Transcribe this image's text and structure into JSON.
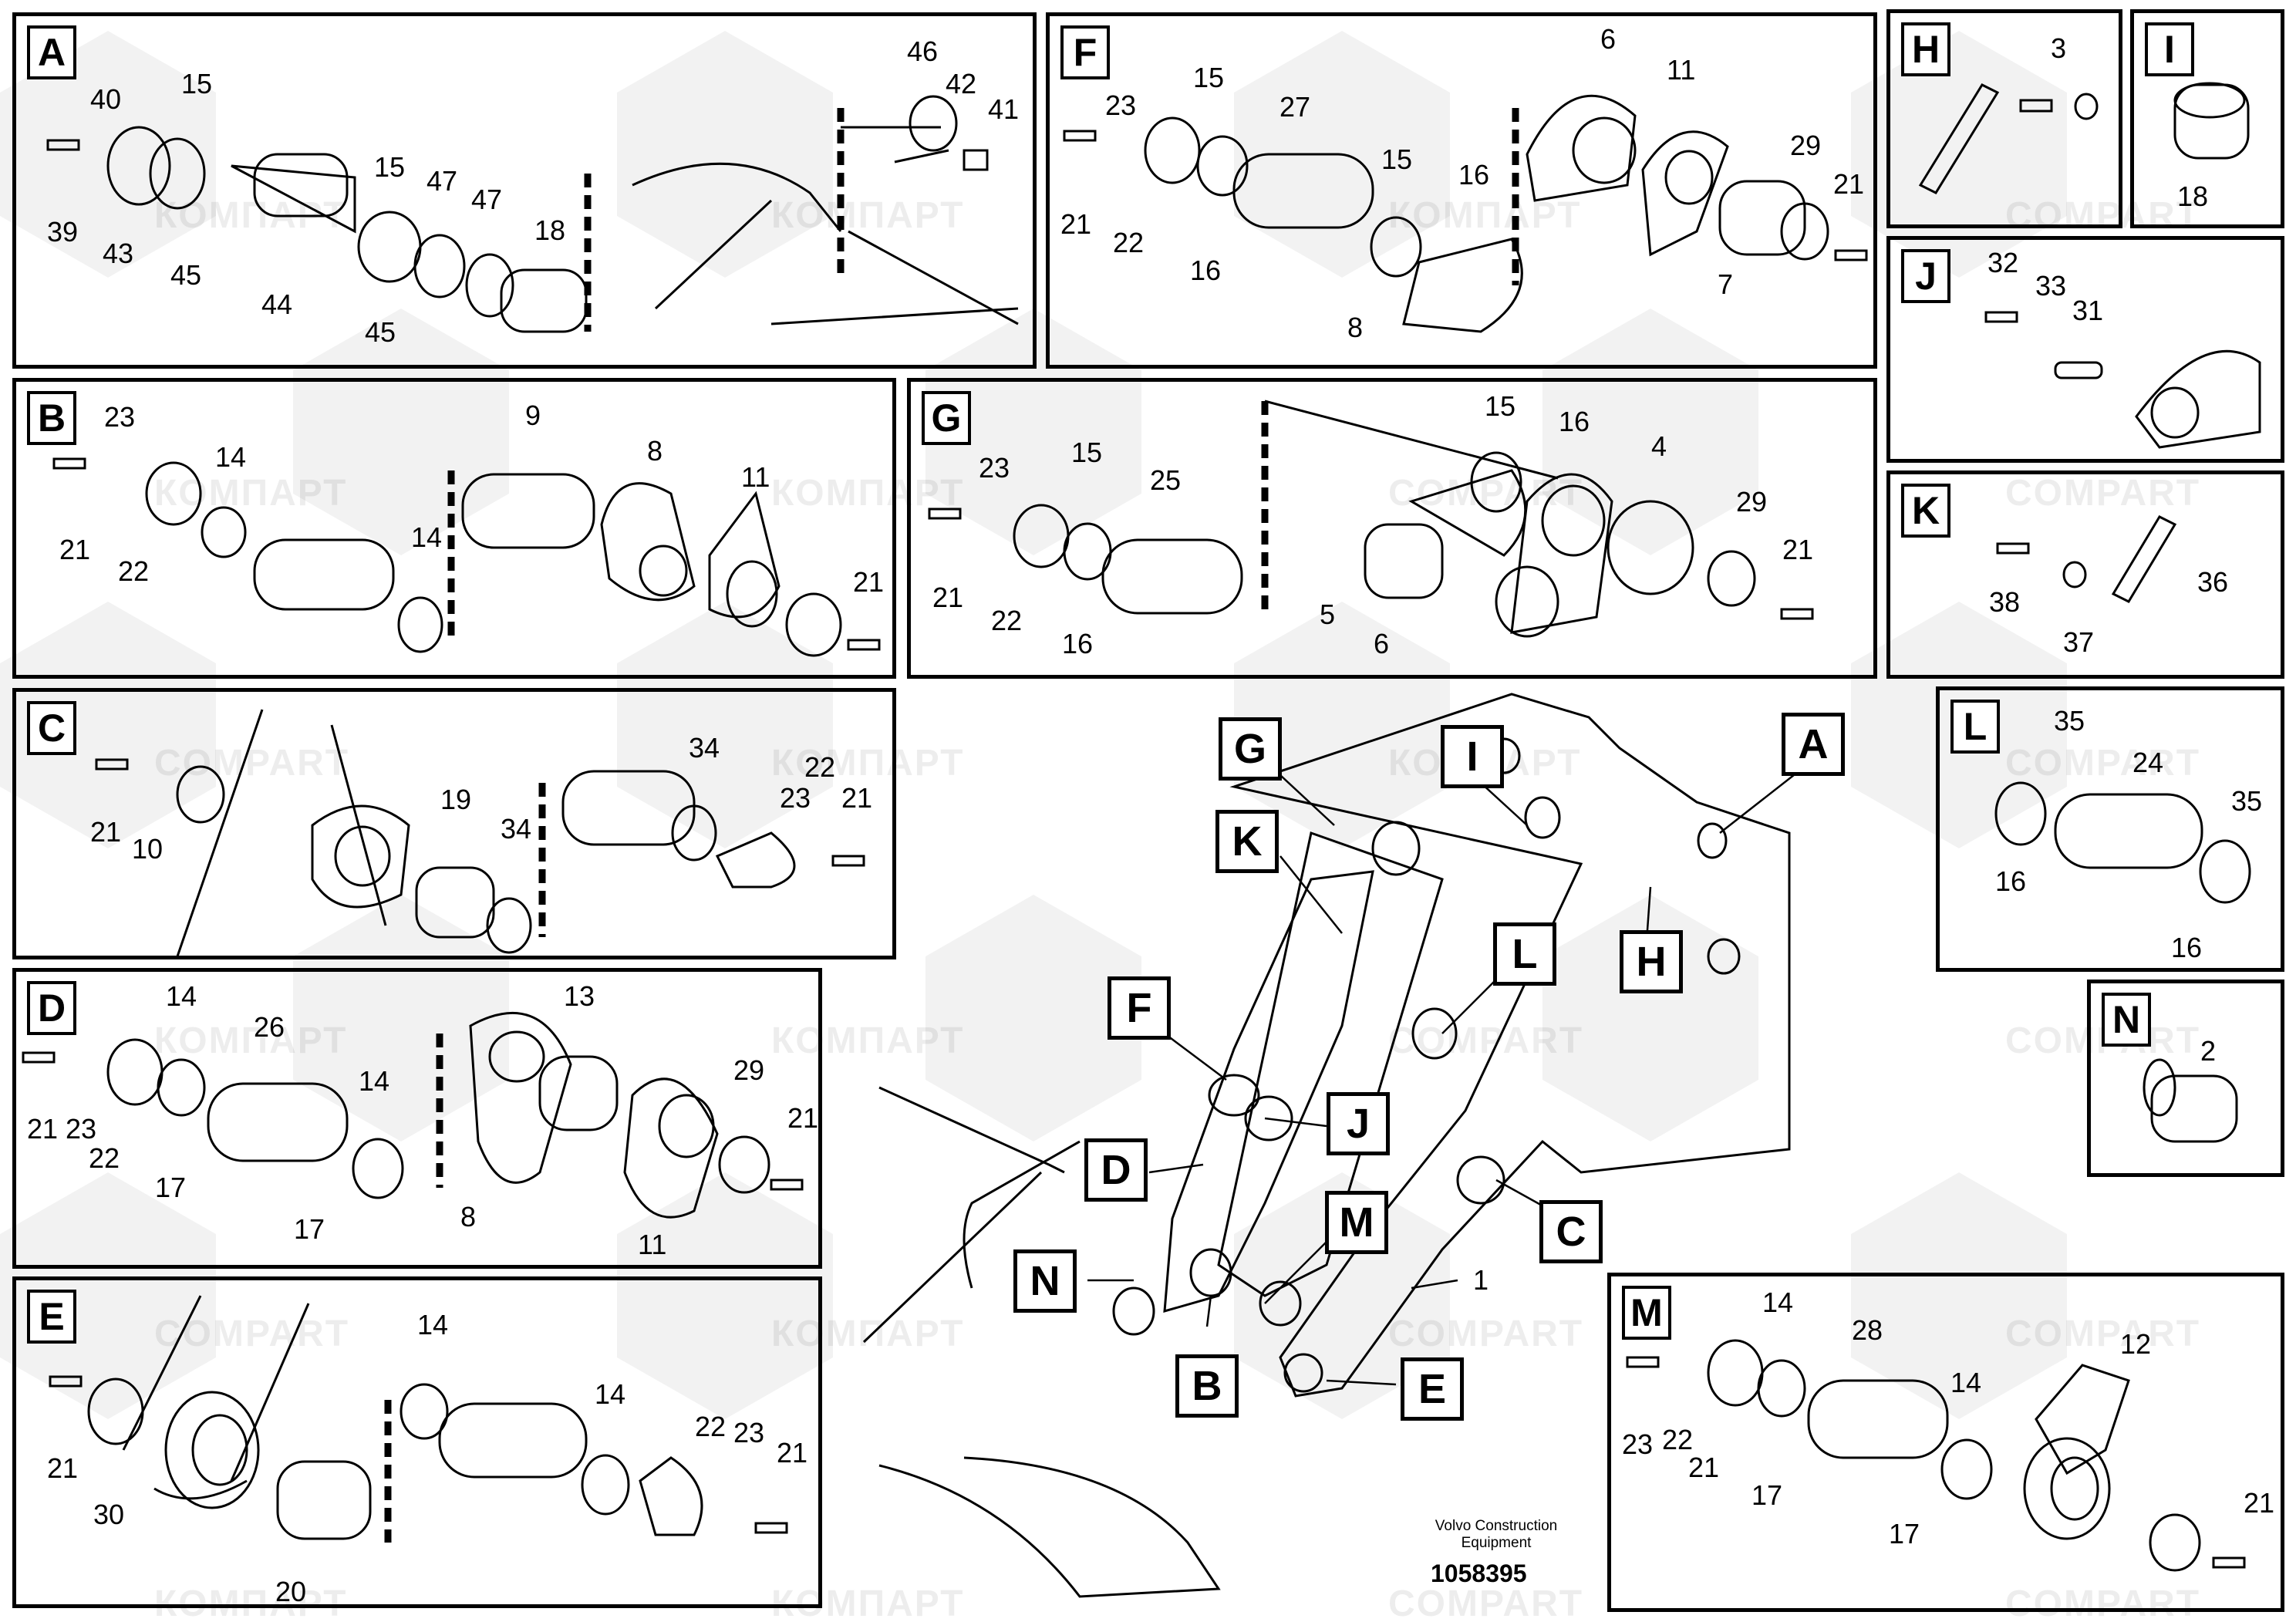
{
  "document": {
    "caption_line1": "Volvo Construction",
    "caption_line2": "Equipment",
    "number": "1058395"
  },
  "watermark": {
    "text1": "КОМПАРТ",
    "text2": "COMPART"
  },
  "panels": {
    "A": {
      "label": "A",
      "numbers": [
        "46",
        "40",
        "15",
        "42",
        "41",
        "39",
        "43",
        "45",
        "44",
        "15",
        "45",
        "47",
        "47",
        "18"
      ]
    },
    "B": {
      "label": "B",
      "numbers": [
        "23",
        "9",
        "8",
        "14",
        "11",
        "21",
        "22",
        "14",
        "21"
      ]
    },
    "C": {
      "label": "C",
      "numbers": [
        "34",
        "22",
        "21",
        "10",
        "23",
        "21",
        "19",
        "34"
      ]
    },
    "D": {
      "label": "D",
      "numbers": [
        "14",
        "26",
        "13",
        "14",
        "29",
        "21",
        "23",
        "22",
        "21",
        "17",
        "17",
        "8",
        "11"
      ]
    },
    "E": {
      "label": "E",
      "numbers": [
        "14",
        "14",
        "22",
        "23",
        "21",
        "21",
        "30",
        "20"
      ]
    },
    "F": {
      "label": "F",
      "numbers": [
        "6",
        "15",
        "27",
        "11",
        "23",
        "29",
        "15",
        "16",
        "21",
        "21",
        "22",
        "16",
        "7",
        "8"
      ]
    },
    "G": {
      "label": "G",
      "numbers": [
        "15",
        "16",
        "23",
        "15",
        "25",
        "4",
        "29",
        "21",
        "21",
        "22",
        "16",
        "5",
        "6"
      ]
    },
    "H": {
      "label": "H",
      "numbers": [
        "3"
      ]
    },
    "I": {
      "label": "I",
      "numbers": [
        "18"
      ]
    },
    "J": {
      "label": "J",
      "numbers": [
        "32",
        "33",
        "31"
      ]
    },
    "K": {
      "label": "K",
      "numbers": [
        "36",
        "38",
        "37"
      ]
    },
    "L": {
      "label": "L",
      "numbers": [
        "35",
        "24",
        "35",
        "16",
        "16"
      ]
    },
    "M": {
      "label": "M",
      "numbers": [
        "14",
        "28",
        "12",
        "14",
        "21",
        "23",
        "22",
        "21",
        "17",
        "17"
      ]
    },
    "N": {
      "label": "N",
      "numbers": [
        "2"
      ]
    }
  },
  "main": {
    "markers": [
      "G",
      "I",
      "A",
      "K",
      "L",
      "H",
      "F",
      "J",
      "D",
      "M",
      "C",
      "N",
      "B",
      "E"
    ],
    "part_number": "1"
  }
}
